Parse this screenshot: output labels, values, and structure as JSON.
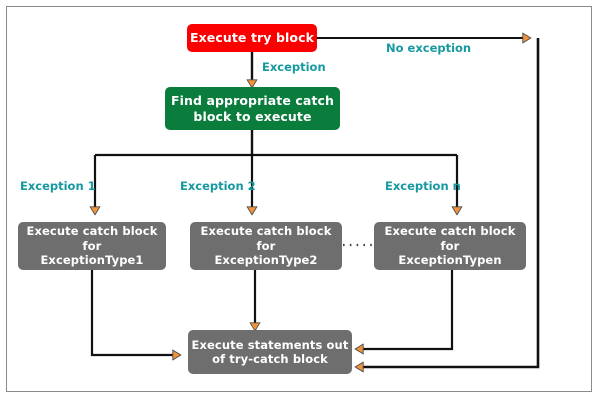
{
  "diagram": {
    "title": "try-catch exception handling flowchart",
    "background": "#ffffff",
    "frame_border_color": "#8a8a8a",
    "colors": {
      "try_block": "#fa0000",
      "find_catch": "#0a7c3c",
      "catch_block": "#6e6e6e",
      "statements_out": "#6e6e6e",
      "edge_label": "#1699a0",
      "arrow_head": "#f0933b",
      "wire": "#111111"
    },
    "nodes": {
      "try_block": {
        "label": "Execute try block"
      },
      "find_catch": {
        "line1": "Find appropriate catch",
        "line2": "block to execute"
      },
      "catch1": {
        "line1": "Execute catch block for",
        "line2": "ExceptionType1"
      },
      "catch2": {
        "line1": "Execute catch block for",
        "line2": "ExceptionType2"
      },
      "catchn": {
        "line1": "Execute catch block for",
        "line2": "ExceptionTypen"
      },
      "statements_out": {
        "line1": "Execute statements out",
        "line2": "of try-catch block"
      }
    },
    "edge_labels": {
      "no_exception": "No exception",
      "exception": "Exception",
      "exception_1": "Exception 1",
      "exception_2": "Exception 2",
      "exception_n": "Exception n"
    },
    "ellipsis": "· · · · ·"
  }
}
